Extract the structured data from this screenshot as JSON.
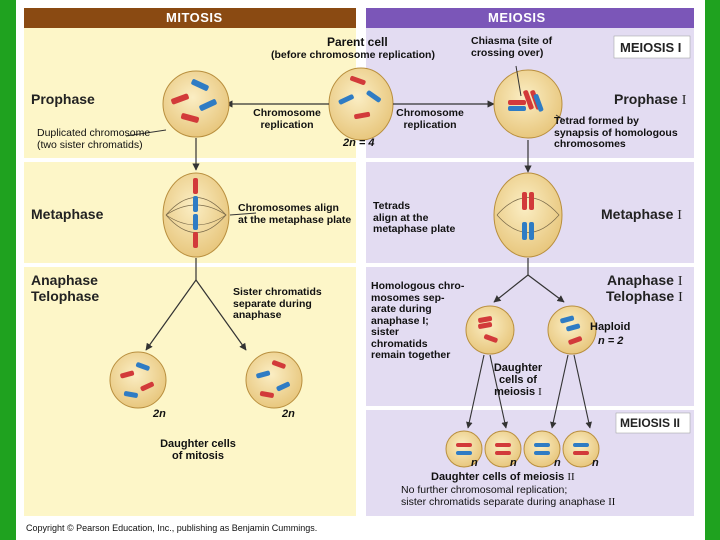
{
  "headers": {
    "mitosis": "MITOSIS",
    "meiosis": "MEIOSIS"
  },
  "section_labels": {
    "meiosis1": "MEIOSIS I",
    "meiosis2": "MEIOSIS II"
  },
  "parent_cell": {
    "title": "Parent cell",
    "subtitle": "(before chromosome replication)",
    "ploidy": "2n = 4"
  },
  "chiasma": {
    "line1": "Chiasma (site of",
    "line2": "crossing over)"
  },
  "mitosis": {
    "prophase": "Prophase",
    "metaphase": "Metaphase",
    "anaphase": "Anaphase",
    "telophase": "Telophase",
    "duplicated_1": "Duplicated chromosome",
    "duplicated_2": "(two sister chromatids)",
    "replication_1": "Chromosome",
    "replication_2": "replication",
    "align_1": "Chromosomes align",
    "align_2": "at the metaphase plate",
    "separate_1": "Sister chromatids",
    "separate_2": "separate during",
    "separate_3": "anaphase",
    "daughter_ploidy": "2n",
    "daughter_1": "Daughter cells",
    "daughter_2": "of mitosis"
  },
  "meiosis": {
    "prophase": "Prophase",
    "metaphase": "Metaphase",
    "anaphase": "Anaphase",
    "telophase": "Telophase",
    "numeral_1": "I",
    "numeral_2": "II",
    "replication_1": "Chromosome",
    "replication_2": "replication",
    "tetrad_1": "Tetrad formed by",
    "tetrad_2": "synapsis of homologous",
    "tetrad_3": "chromosomes",
    "tetrads_1": "Tetrads",
    "tetrads_2": "align at the",
    "tetrads_3": "metaphase plate",
    "homolog_1": "Homologous chro-",
    "homolog_2": "mosomes sep-",
    "homolog_3": "arate during",
    "homolog_4": "anaphase I;",
    "homolog_5": "sister",
    "homolog_6": "chromatids",
    "homolog_7": "remain together",
    "haploid": "Haploid",
    "haploid_n": "n = 2",
    "daughter1_1": "Daughter",
    "daughter1_2": "cells of",
    "daughter1_3": "meiosis",
    "daughter_n": "n",
    "daughter2_title": "Daughter cells of meiosis",
    "note_1": "No further chromosomal replication;",
    "note_2": "sister chromatids separate during anaphase"
  },
  "copyright": "Copyright © Pearson Education, Inc., publishing as Benjamin Cummings.",
  "colors": {
    "mitosis_header": "#8a4a12",
    "meiosis_header": "#7b56b8",
    "mitosis_bg": "#fdf6c8",
    "meiosis_bg": "#e3dcf2",
    "cell": "#f5e1a6",
    "chrom_red": "#d23a3a",
    "chrom_blue": "#2f7cc4",
    "slide_border": "#1fa21f"
  }
}
